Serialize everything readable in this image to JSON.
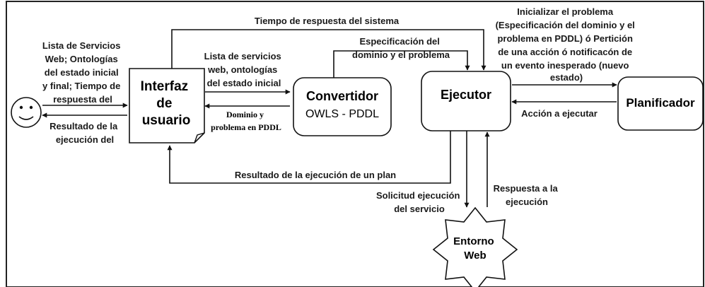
{
  "user": {
    "inputs_lines": [
      "Lista de Servicios",
      "Web; Ontologías",
      "del estado inicial",
      "y final; Tiempo de",
      "respuesta del"
    ],
    "outputs_lines": [
      "Resultado de la",
      "ejecución del"
    ]
  },
  "interfaz": {
    "lines": [
      "Interfaz",
      "de",
      "usuario"
    ]
  },
  "convertidor": {
    "title": "Convertidor",
    "subtitle": "OWLS - PDDL"
  },
  "ejecutor": {
    "label": "Ejecutor"
  },
  "planificador": {
    "label": "Planificador"
  },
  "entorno": {
    "lines": [
      "Entorno",
      "Web"
    ]
  },
  "labels": {
    "tiempo_respuesta": "Tiempo de respuesta del sistema",
    "lista_servicios_lines": [
      "Lista de servicios",
      "web, ontologías",
      "del estado inicial"
    ],
    "dominio_pddl_lines": [
      "Dominio y",
      "problema en PDDL"
    ],
    "especificacion_lines": [
      "Especificación del",
      "dominio y el problema"
    ],
    "inicializar_lines": [
      "Inicializar el problema",
      "(Especificación del dominio y el",
      "problema en PDDL) ó Pertición",
      "de una acción ó notificacón de",
      "un evento inesperado (nuevo",
      "estado)"
    ],
    "accion_ejecutar": "Acción a ejecutar",
    "resultado_plan": "Resultado de la ejecución de un plan",
    "solicitud_lines": [
      "Solicitud ejecución",
      "del servicio"
    ],
    "respuesta_lines": [
      "Respuesta a la",
      "ejecución"
    ]
  }
}
